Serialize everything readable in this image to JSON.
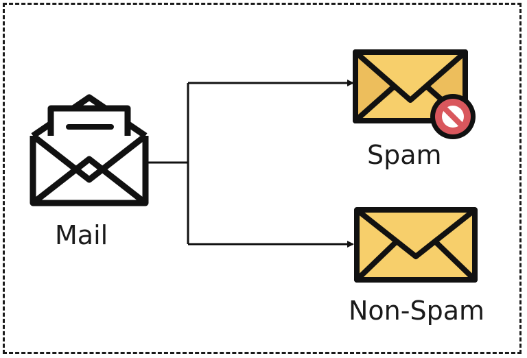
{
  "labels": {
    "mail": "Mail",
    "spam": "Spam",
    "non_spam": "Non-Spam"
  },
  "icons": {
    "source": "open-envelope-with-letter-icon",
    "spam": "envelope-with-prohibited-sign-icon",
    "non_spam": "envelope-icon"
  },
  "colors": {
    "stroke": "#111111",
    "envelope_fill": "#F7CF6B",
    "envelope_shade": "#EDBE5C",
    "prohibited_sign": "#D9575D"
  }
}
